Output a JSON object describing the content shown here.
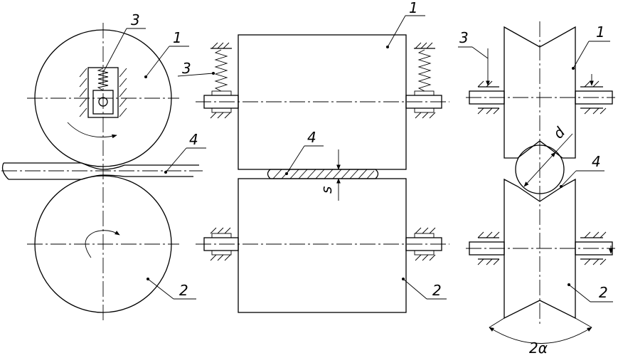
{
  "labels": {
    "l_left_1": "1",
    "l_left_3": "3",
    "l_left_4": "4",
    "l_left_2": "2",
    "l_mid_1": "1",
    "l_mid_3": "3",
    "l_mid_4": "4",
    "l_mid_s": "s",
    "l_mid_2": "2",
    "l_right_3": "3",
    "l_right_1": "1",
    "l_right_d": "d",
    "l_right_4": "4",
    "l_right_2": "2",
    "l_right_angle": "2α"
  }
}
